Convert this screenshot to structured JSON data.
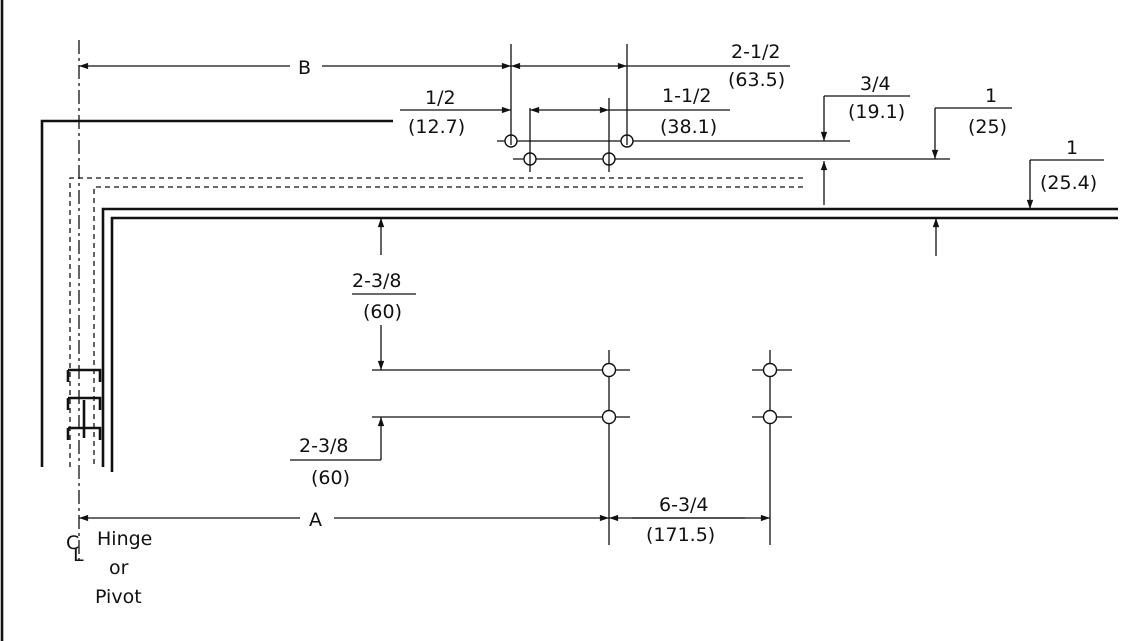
{
  "labels": {
    "dim_b": "B",
    "dim_a": "A",
    "dim_2_1_2": "2-1/2",
    "dim_63_5": "(63.5)",
    "dim_1_2": "1/2",
    "dim_12_7": "(12.7)",
    "dim_1_1_2": "1-1/2",
    "dim_38_1": "(38.1)",
    "dim_3_4": "3/4",
    "dim_19_1": "(19.1)",
    "dim_1_top": "1",
    "dim_25": "(25)",
    "dim_1_right": "1",
    "dim_25_4": "(25.4)",
    "dim_2_3_8_upper": "2-3/8",
    "dim_60_upper": "(60)",
    "dim_2_3_8_lower": "2-3/8",
    "dim_60_lower": "(60)",
    "dim_6_3_4": "6-3/4",
    "dim_171_5": "(171.5)",
    "centerline_symbol_c": "C",
    "centerline_symbol_l": "L",
    "hinge_line1": "Hinge",
    "hinge_line2": "or",
    "hinge_line3": "Pivot"
  }
}
